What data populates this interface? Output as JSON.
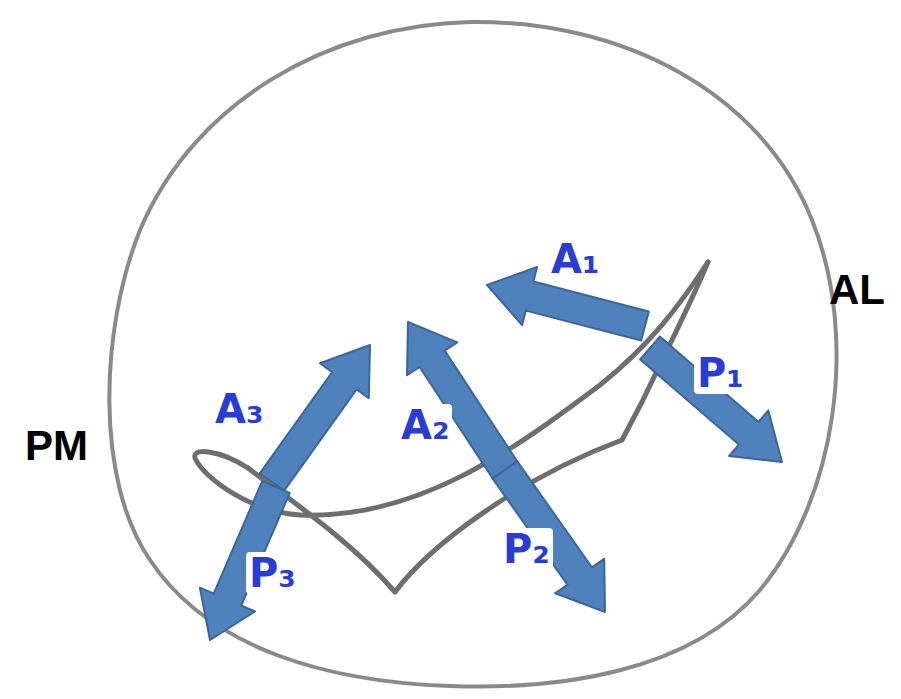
{
  "diagram": {
    "labels": [
      "AL",
      "PM",
      "A₁",
      "P₁",
      "A₂",
      "P₂",
      "A₃",
      "P₃"
    ]
  }
}
